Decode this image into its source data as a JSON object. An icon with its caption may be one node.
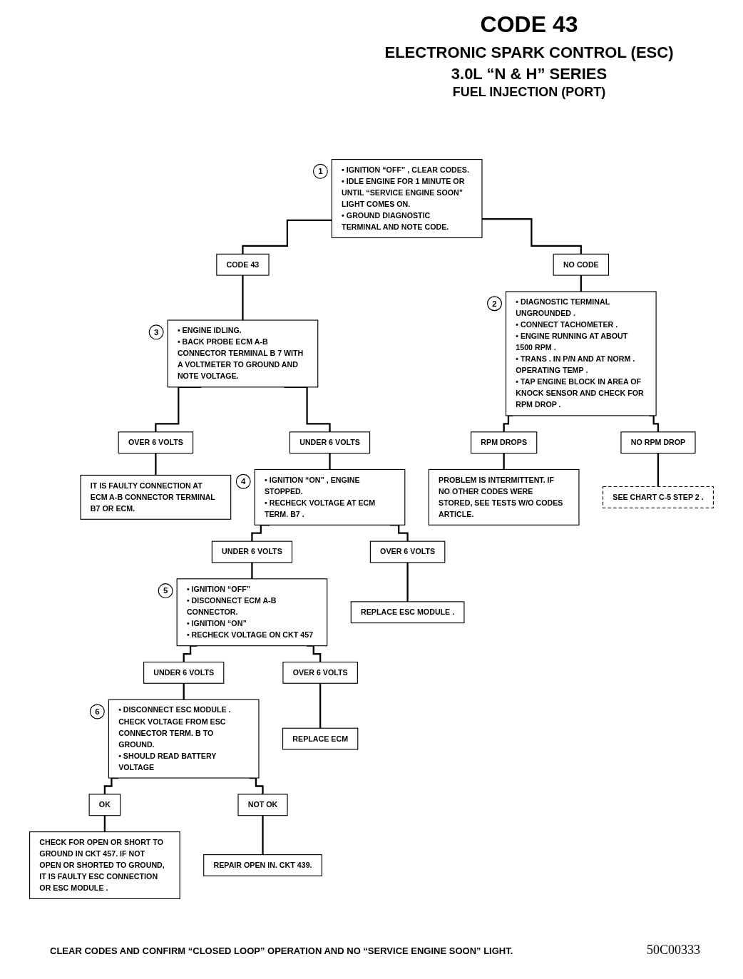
{
  "diagram": {
    "title": "CODE 43",
    "nodes": [
      {
        "text": [
          "• IGNITION “OFF” , CLEAR CODES.",
          "• IDLE ENGINE FOR 1 MINUTE OR UNTIL “SERVICE ENGINE SOON” LIGHT COMES ON.",
          "• GROUND DIAGNOSTIC TERMINAL AND NOTE CODE."
        ],
        "beside": [
          "1"
        ]
      },
      {
        "text": [
          "CODE 43"
        ]
      },
      {
        "text": [
          "NO CODE"
        ]
      },
      {
        "text": [
          "• ENGINE IDLING.",
          "• BACK PROBE ECM A-B CONNECTOR TERMINAL B 7 WITH A VOLTMETER TO GROUND AND NOTE VOLTAGE."
        ],
        "beside": [
          "3"
        ]
      },
      {
        "text": [
          "• DIAGNOSTIC TERMINAL UNGROUNDED .",
          "• CONNECT TACHOMETER .",
          "• ENGINE RUNNING AT ABOUT 1500 RPM .",
          "• TRANS . IN P/N AND AT NORM . OPERATING TEMP .",
          "• TAP ENGINE BLOCK IN AREA OF KNOCK SENSOR AND CHECK FOR RPM DROP ."
        ],
        "beside": [
          "2"
        ]
      },
      {
        "text": [
          "UNDER 6 VOLTS"
        ]
      },
      {
        "text": [
          "OVER 6 VOLTS"
        ]
      },
      {
        "text": [
          "IT IS FAULTY CONNECTION AT ECM A-B CONNECTOR TERMINAL B7 OR ECM."
        ]
      },
      {
        "text": [
          "• IGNITION “ON” , ENGINE STOPPED.",
          "• RECHECK VOLTAGE AT ECM TERM. B7 ."
        ],
        "beside": [
          "4"
        ]
      },
      {
        "text": [
          "RPM DROPS"
        ]
      },
      {
        "text": [
          "NO RPM DROP"
        ]
      },
      {
        "text": [
          "UNDER 6 VOLTS"
        ]
      },
      {
        "text": [
          "OVER 6 VOLTS"
        ]
      },
      {
        "text": [
          "PROBLEM IS INTERMITTENT. IF NO OTHER CODES WERE STORED, SEE TESTS W/O CODES ARTICLE."
        ]
      },
      {
        "text": [
          "SEE CHART C-5 STEP 2 ."
        ]
      },
      {
        "text": [
          "• IGNITION “OFF”",
          "• DISCONNECT ECM A-B CONNECTOR.",
          "• IGNITION “ON”",
          "• RECHECK VOLTAGE ON CKT 457"
        ],
        "beside": [
          "5"
        ]
      },
      {
        "text": [
          "REPLACE ESC MODULE ."
        ]
      },
      {
        "text": [
          "UNDER 6 VOLTS"
        ]
      },
      {
        "text": [
          "OVER 6 VOLTS"
        ]
      },
      {
        "text": [
          "• DISCONNECT ESC MODULE . CHECK VOLTAGE FROM ESC CONNECTOR TERM. B TO GROUND.",
          "• SHOULD READ BATTERY VOLTAGE"
        ],
        "beside": [
          "6"
        ]
      },
      {
        "text": [
          "REPLACE ECM"
        ]
      },
      {
        "text": [
          "OK"
        ]
      },
      {
        "text": [
          "NOT OK"
        ]
      },
      {
        "text": [
          "CHECK FOR OPEN OR SHORT TO GROUND IN CKT 457. IF NOT OPEN OR SHORTED TO GROUND, IT IS FAULTY ESC CONNECTION OR ESC MODULE ."
        ]
      },
      {
        "text": [
          "REPAIR OPEN IN. CKT 439."
        ]
      }
    ],
    "edges": [
      {
        "from": 0,
        "to": 1,
        "arrow": "none"
      },
      {
        "from": 0,
        "to": 2,
        "arrow": "none"
      },
      {
        "from": 1,
        "to": 3,
        "arrow": "none"
      },
      {
        "from": 2,
        "to": 4,
        "arrow": "none"
      },
      {
        "from": 3,
        "to": 5,
        "arrow": "none"
      },
      {
        "from": 3,
        "to": 6,
        "arrow": "none"
      },
      {
        "from": 5,
        "to": 8,
        "arrow": "none"
      },
      {
        "from": 6,
        "to": 7,
        "arrow": "none"
      },
      {
        "from": 4,
        "to": 9,
        "arrow": "none"
      },
      {
        "from": 4,
        "to": 10,
        "arrow": "none"
      },
      {
        "from": 9,
        "to": 13,
        "arrow": "none"
      },
      {
        "from": 10,
        "to": 14,
        "arrow": "none"
      },
      {
        "from": 8,
        "to": 11,
        "arrow": "none"
      },
      {
        "from": 8,
        "to": 12,
        "arrow": "none"
      },
      {
        "from": 11,
        "to": 15,
        "arrow": "none"
      },
      {
        "from": 12,
        "to": 16,
        "arrow": "none"
      },
      {
        "from": 15,
        "to": 17,
        "arrow": "none"
      },
      {
        "from": 15,
        "to": 18,
        "arrow": "none"
      },
      {
        "from": 17,
        "to": 19,
        "arrow": "none"
      },
      {
        "from": 18,
        "to": 20,
        "arrow": "none"
      },
      {
        "from": 19,
        "to": 21,
        "arrow": "none"
      },
      {
        "from": 19,
        "to": 22,
        "arrow": "none"
      },
      {
        "from": 21,
        "to": 23,
        "arrow": "none"
      },
      {
        "from": 22,
        "to": 24,
        "arrow": "none"
      }
    ],
    "labels": [
      "ELECTRONIC SPARK CONTROL (ESC)",
      "3.0L “N & H” SERIES",
      "FUEL INJECTION (PORT)",
      "CLEAR CODES AND CONFIRM “CLOSED LOOP” OPERATION AND NO “SERVICE ENGINE SOON” LIGHT.",
      "50C00333"
    ]
  }
}
